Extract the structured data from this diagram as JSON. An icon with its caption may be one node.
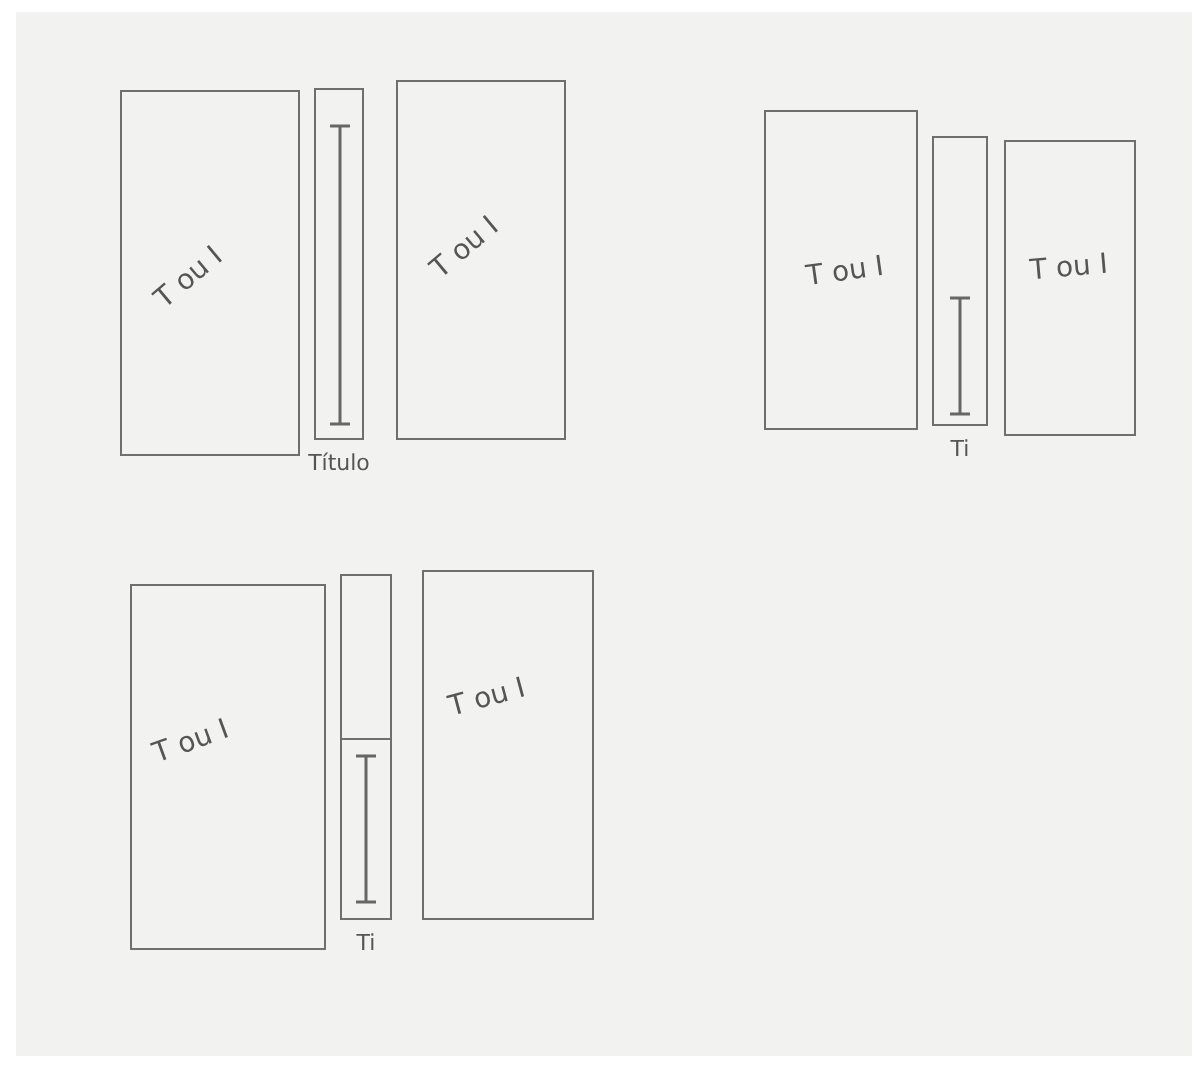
{
  "diagram": {
    "nodes": [
      {
        "text": [
          "T ou I"
        ]
      },
      {
        "text": [],
        "shape": "bar",
        "beside": [
          "Título"
        ]
      },
      {
        "text": [
          "T ou I"
        ]
      },
      {
        "text": [
          "T ou I"
        ]
      },
      {
        "text": [],
        "shape": "bar",
        "beside": [
          "Ti"
        ]
      },
      {
        "text": [
          "T ou I"
        ]
      },
      {
        "text": [
          "T ou I"
        ]
      },
      {
        "text": [],
        "shape": "bar",
        "beside": [
          "Ti"
        ]
      },
      {
        "text": [
          "T ou I"
        ]
      }
    ]
  }
}
